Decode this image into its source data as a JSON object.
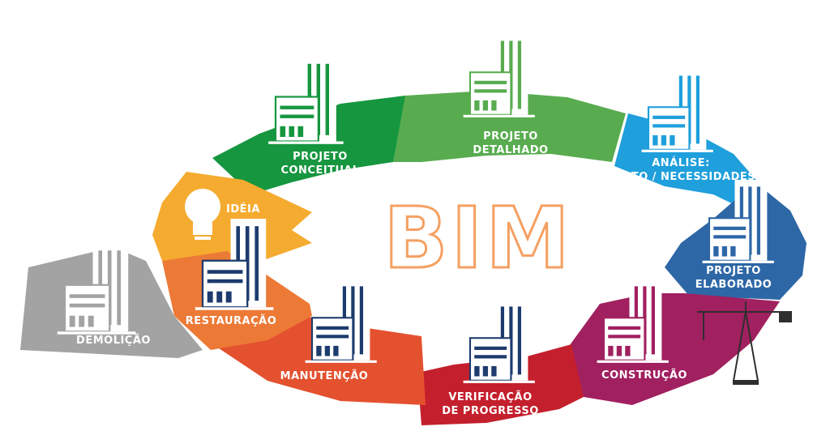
{
  "center_title": "BIM",
  "stages": [
    {
      "id": "conceitual",
      "lines": [
        "PROJETO",
        "CONCEITUAL"
      ],
      "color": "#16963f"
    },
    {
      "id": "detalhado",
      "lines": [
        "PROJETO",
        "DETALHADO"
      ],
      "color": "#58ac4f"
    },
    {
      "id": "analise",
      "lines": [
        "ANÁLISE:",
        "CUSTO / NECESSIDADES"
      ],
      "color": "#1f9fdc"
    },
    {
      "id": "elaborado",
      "lines": [
        "PROJETO",
        "ELABORADO"
      ],
      "color": "#2e67a6"
    },
    {
      "id": "construcao",
      "lines": [
        "CONSTRUÇÃO"
      ],
      "color": "#a12060"
    },
    {
      "id": "verificacao",
      "lines": [
        "VERIFICAÇÃO",
        "DE PROGRESSO"
      ],
      "color": "#c41f2d"
    },
    {
      "id": "manutencao",
      "lines": [
        "MANUTENÇÃO"
      ],
      "color": "#e4512f"
    },
    {
      "id": "restauracao",
      "lines": [
        "RESTAURAÇÃO"
      ],
      "color": "#ec7a36"
    },
    {
      "id": "ideia",
      "lines": [
        "IDÉIA"
      ],
      "color": "#f5ab2f"
    },
    {
      "id": "demolicao",
      "lines": [
        "DEMOLIÇÃO"
      ],
      "color": "#a3a3a3"
    }
  ]
}
